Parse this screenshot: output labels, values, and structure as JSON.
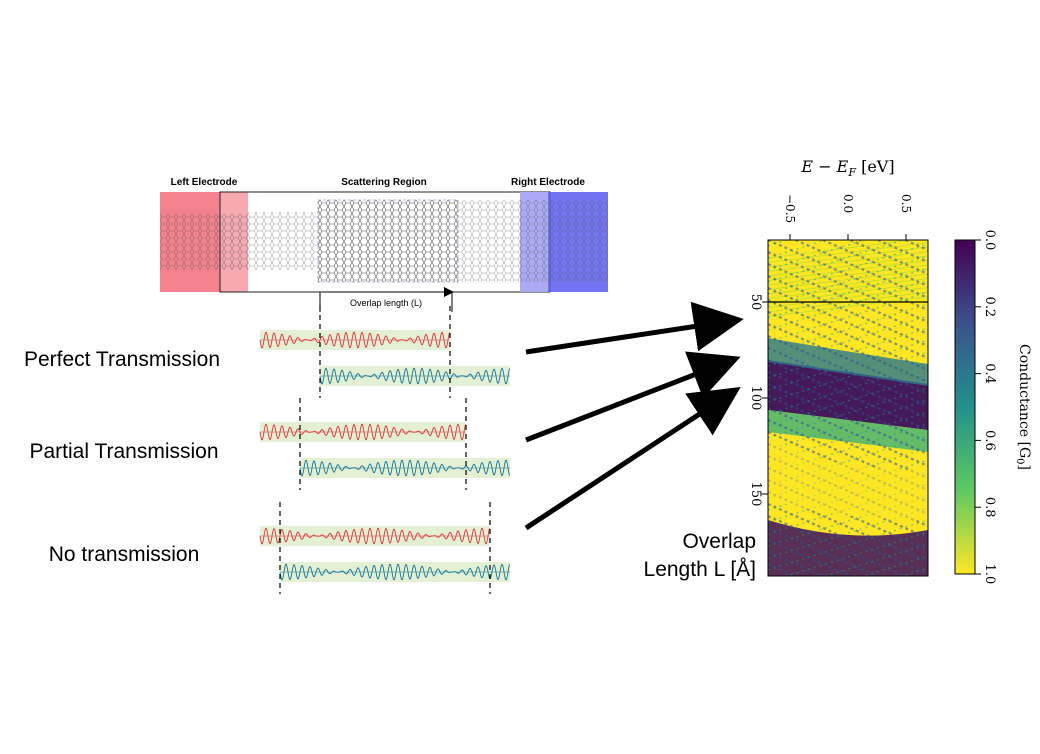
{
  "device": {
    "left_electrode": "Left Electrode",
    "scattering_region": "Scattering Region",
    "right_electrode": "Right Electrode",
    "overlap_label": "Overlap length (L)"
  },
  "cases": [
    {
      "label": "Perfect Transmission"
    },
    {
      "label": "Partial Transmission"
    },
    {
      "label": "No transmission"
    }
  ],
  "colors": {
    "left_lead": "#f26b7a",
    "right_lead": "#5a5cf0",
    "wave_top": "#e0454a",
    "wave_bottom": "#2a7f9e",
    "wave_band": "#e4f0d4",
    "arrow": "#000000"
  },
  "heatmap": {
    "top_axis_label": "E − E",
    "top_axis_sub": "F",
    "top_axis_unit": " [eV]",
    "top_ticks": [
      "−0.5",
      "0.0",
      "0.5"
    ],
    "left_ticks": [
      "50",
      "100",
      "150"
    ],
    "left_label_line1": "Overlap",
    "left_label_line2": "Length L [Å]",
    "colorbar_label": "Conductance [G",
    "colorbar_sub": "0",
    "colorbar_close": "]",
    "colorbar_ticks": [
      "0.0",
      "0.2",
      "0.4",
      "0.6",
      "0.8",
      "1.0"
    ],
    "colormap": "viridis (reversed)"
  },
  "chart_data": {
    "type": "heatmap",
    "x_label": "E − E_F [eV]",
    "x_ticks": [
      -0.5,
      0.0,
      0.5
    ],
    "y_label": "Overlap Length L [Å]",
    "y_ticks": [
      50,
      100,
      150
    ],
    "colorbar_label": "Conductance [G_0]",
    "colorbar_range": [
      0.0,
      1.0
    ],
    "colorbar_ticks": [
      0.0,
      0.2,
      0.4,
      0.6,
      0.8,
      1.0
    ]
  }
}
